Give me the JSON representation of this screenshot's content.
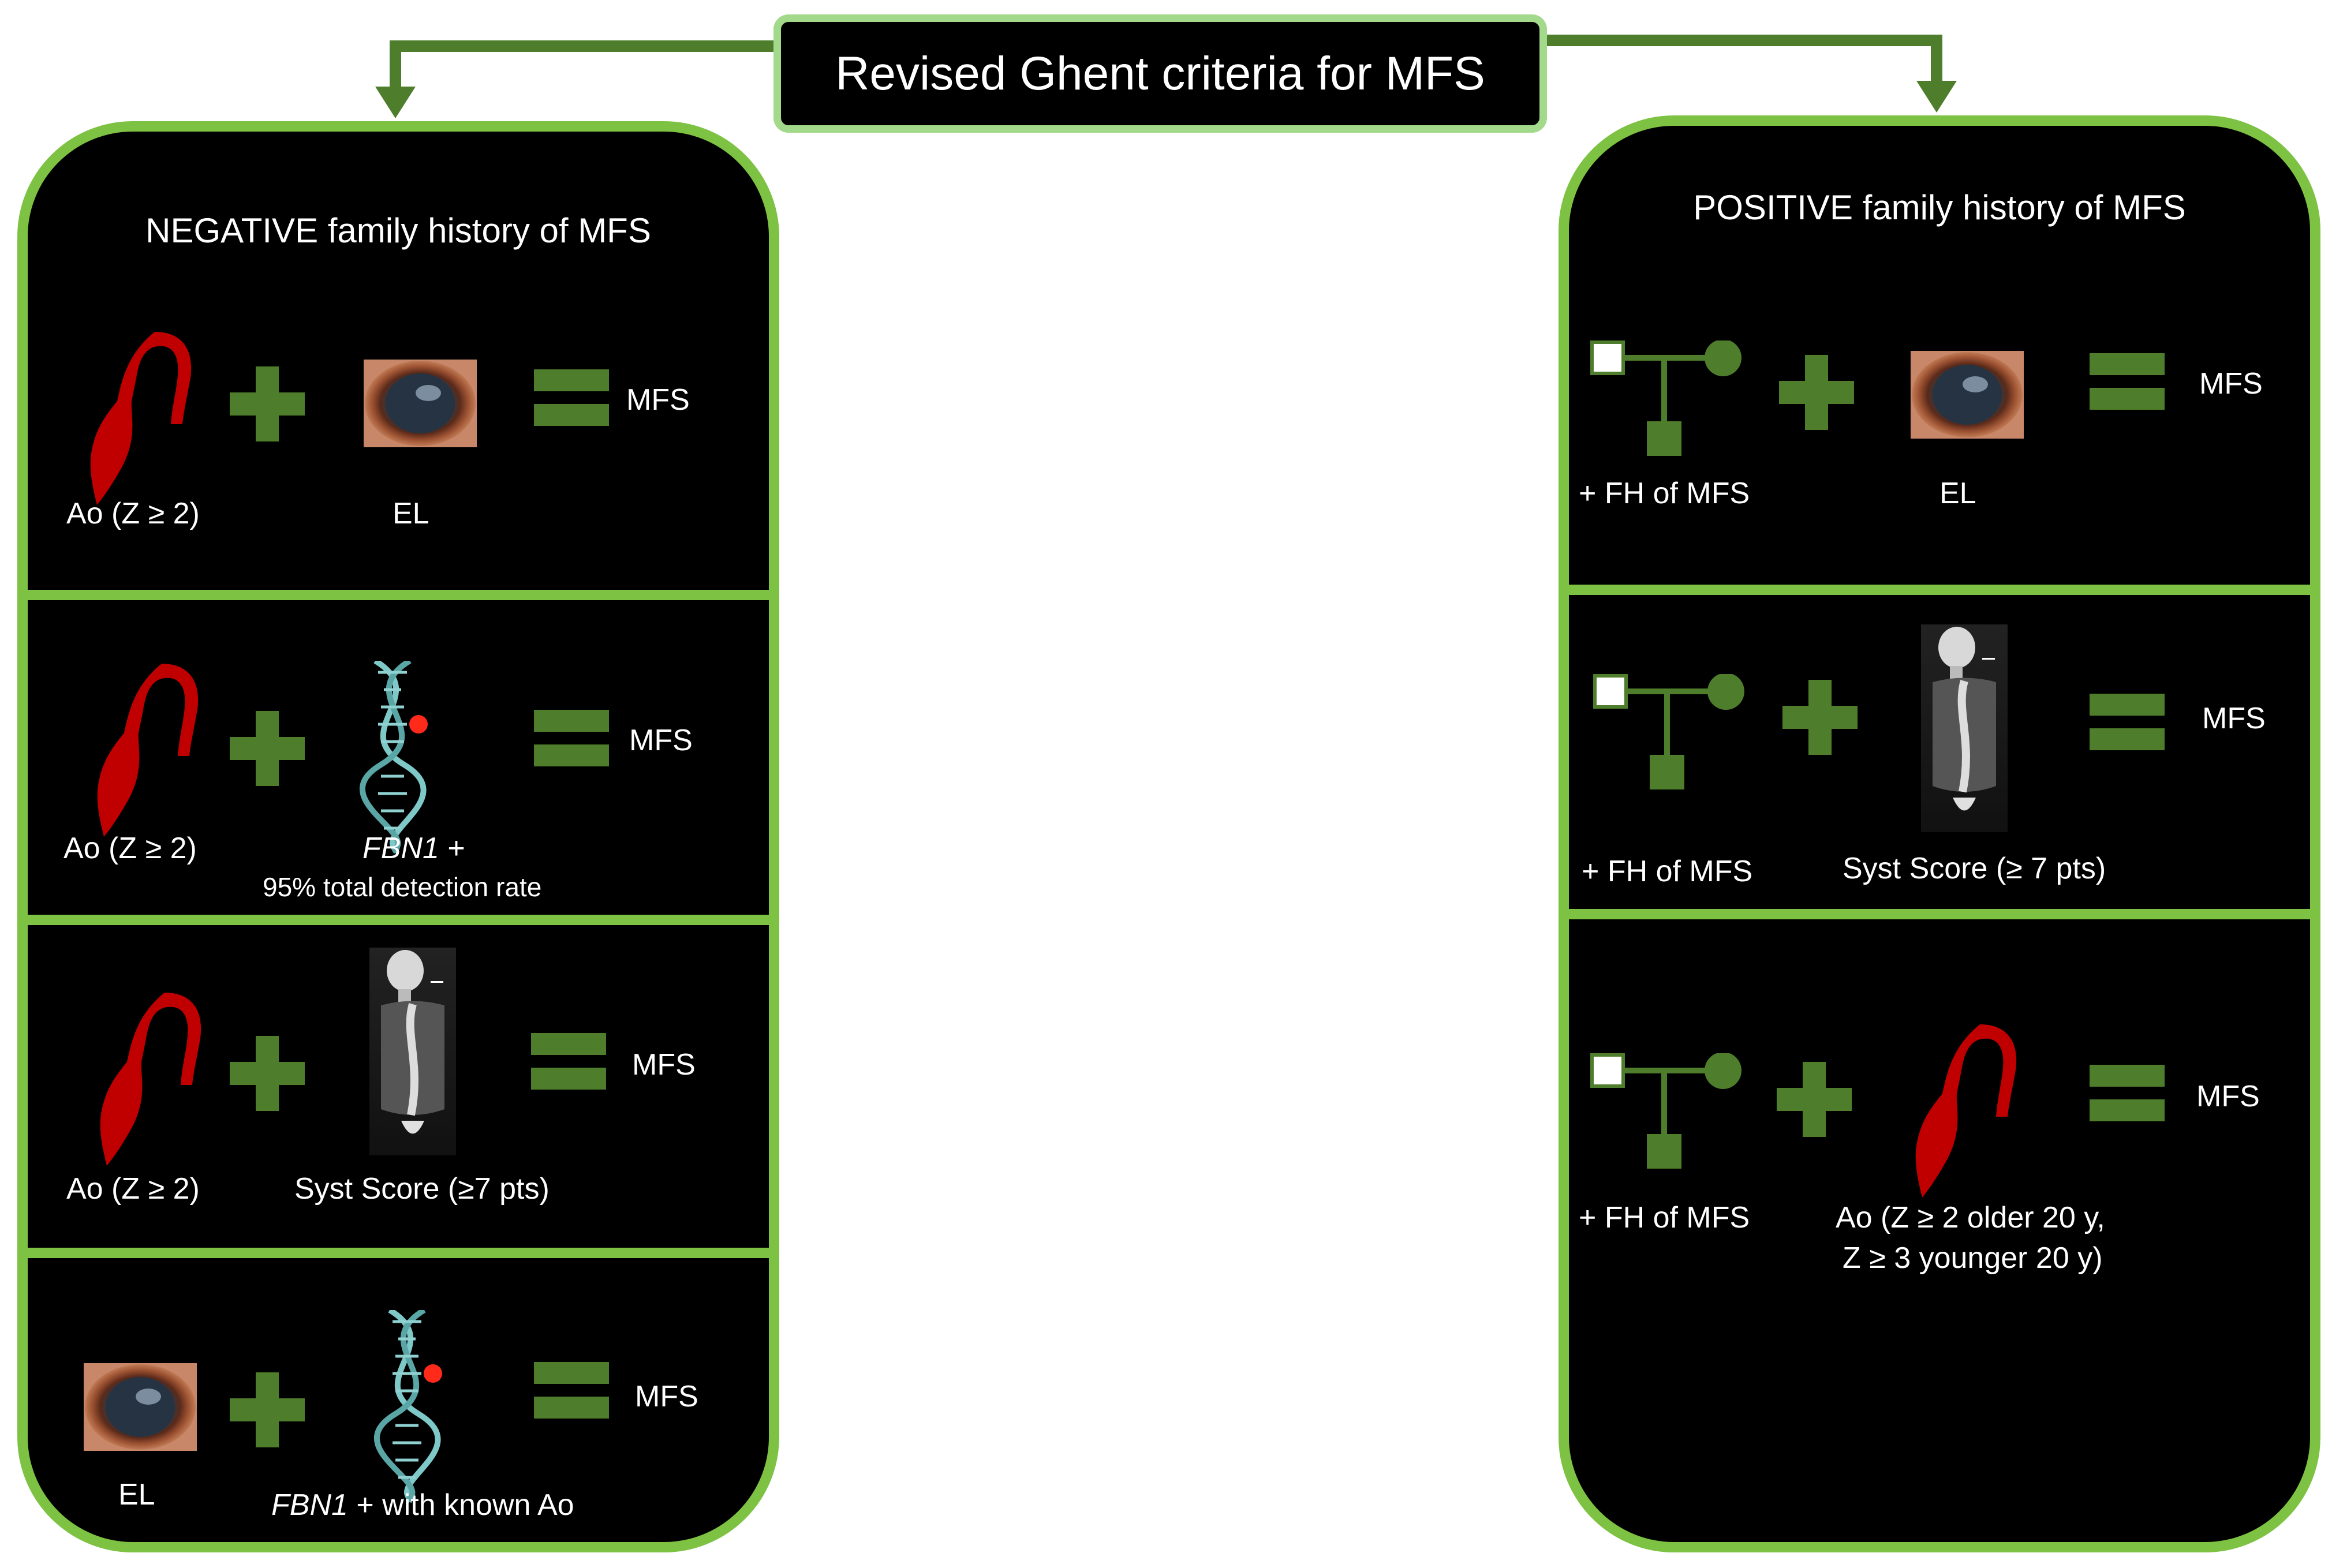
{
  "title": "Revised Ghent criteria for MFS",
  "left": {
    "header": "NEGATIVE family history of MFS",
    "rows": [
      {
        "a": "Ao (Z ≥ 2)",
        "b": "EL",
        "result": "MFS"
      },
      {
        "a": "Ao (Z ≥ 2)",
        "b_gene": "FBN1",
        "b_rest": " +",
        "b_line2": "95% total detection rate",
        "result": "MFS"
      },
      {
        "a": "Ao (Z ≥ 2)",
        "b": "Syst Score (≥7 pts)",
        "result": "MFS"
      },
      {
        "a": "EL",
        "b_gene": "FBN1",
        "b_rest": " + with known Ao",
        "result": "MFS"
      }
    ]
  },
  "right": {
    "header": "POSITIVE family history of MFS",
    "rows": [
      {
        "a": "+  FH of MFS",
        "b": "EL",
        "result": "MFS"
      },
      {
        "a": "+  FH of MFS",
        "b": "Syst Score (≥ 7 pts)",
        "result": "MFS"
      },
      {
        "a": "+  FH of MFS",
        "b": "Ao (Z ≥ 2 older 20 y,",
        "b_line2": "Z ≥ 3 younger  20 y)",
        "result": "MFS"
      }
    ]
  },
  "colors": {
    "green_border": "#7dc242",
    "title_border": "#a3d98a",
    "symbol_green": "#4e7d2b",
    "aorta_red": "#c00000",
    "dna": "#7fc8c8"
  },
  "icons": [
    "aorta-icon",
    "eye-lens-icon",
    "dna-icon",
    "spine-xray-icon",
    "pedigree-icon",
    "plus-icon",
    "equals-icon"
  ]
}
